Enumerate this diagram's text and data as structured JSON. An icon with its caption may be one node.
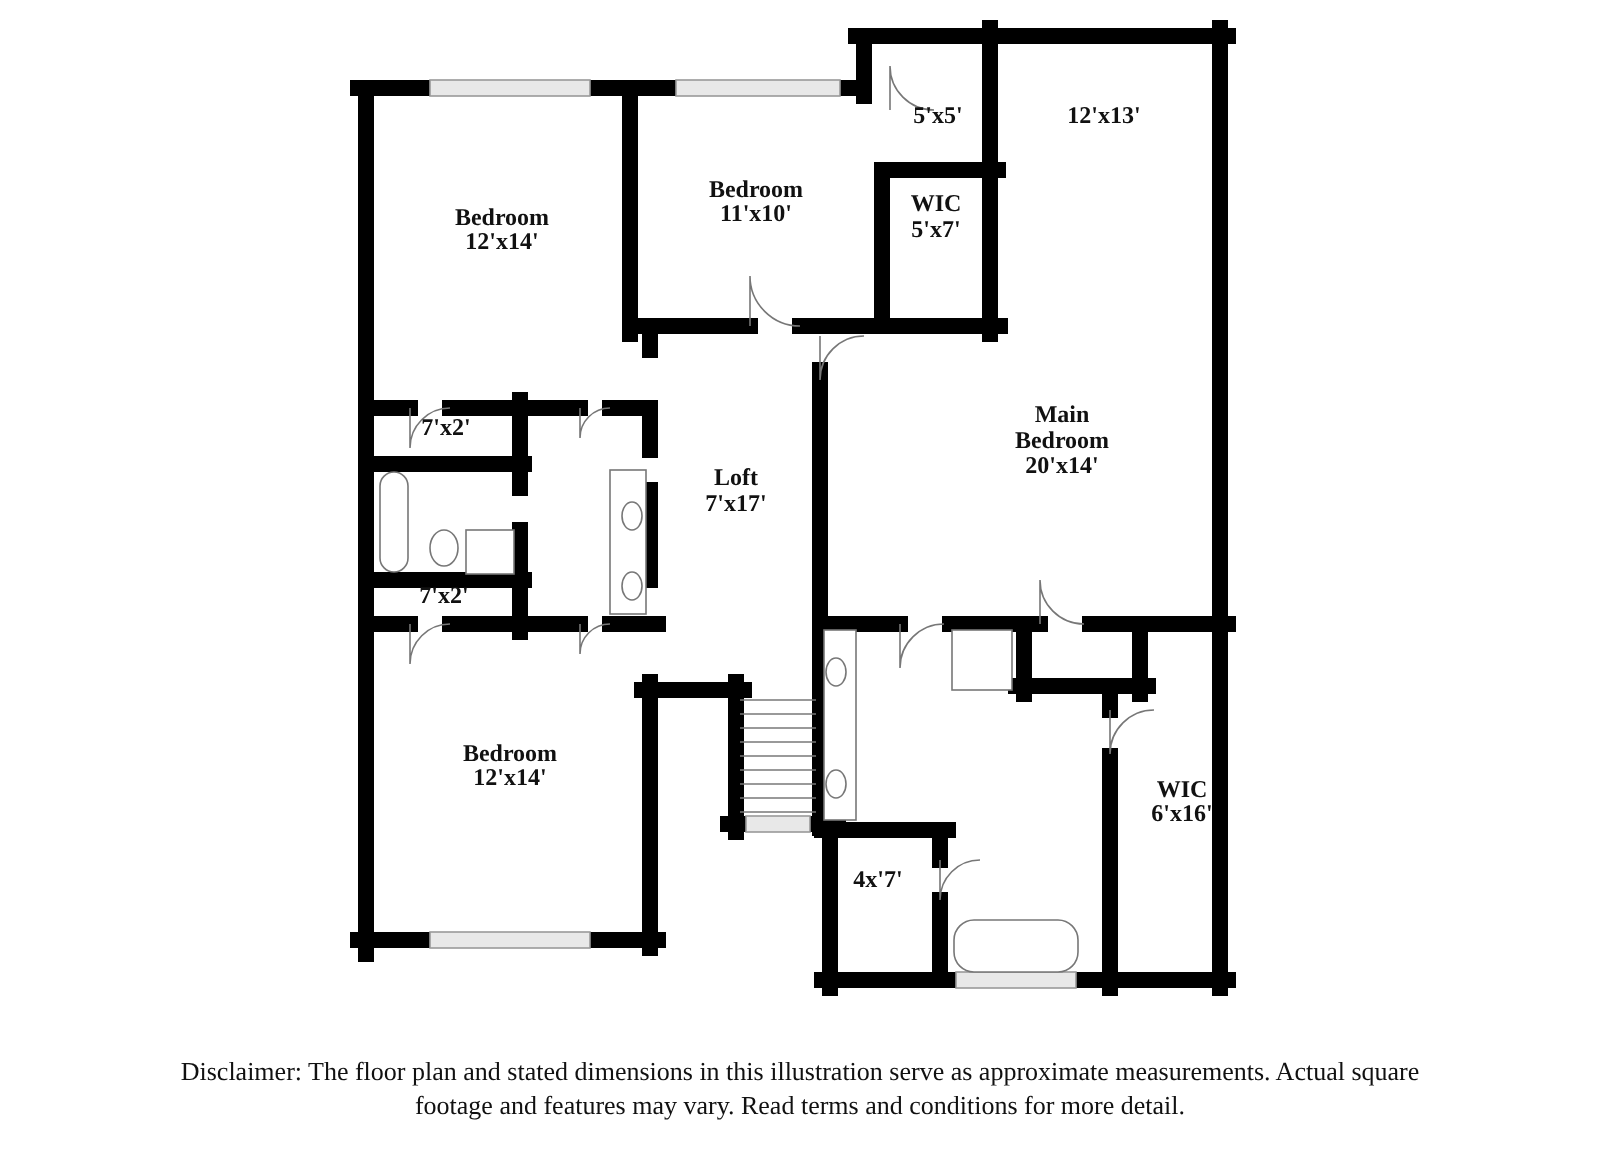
{
  "diagram": {
    "labels": [
      "Bedroom",
      "12'x14'",
      "Bedroom",
      "11'x10'",
      "5'x5'",
      "WIC",
      "5'x7'",
      "12'x13'",
      "7'x2'",
      "Loft",
      "7'x17'",
      "Main Bedroom",
      "20'x14'",
      "7'x2'",
      "Bedroom",
      "12'x14'",
      "WIC",
      "6'x16'",
      "4x'7'",
      "Disclaimer: The floor plan and stated dimensions in this illustration serve as approximate measurements. Actual square footage and features may vary. Read terms and conditions for more detail."
    ]
  }
}
